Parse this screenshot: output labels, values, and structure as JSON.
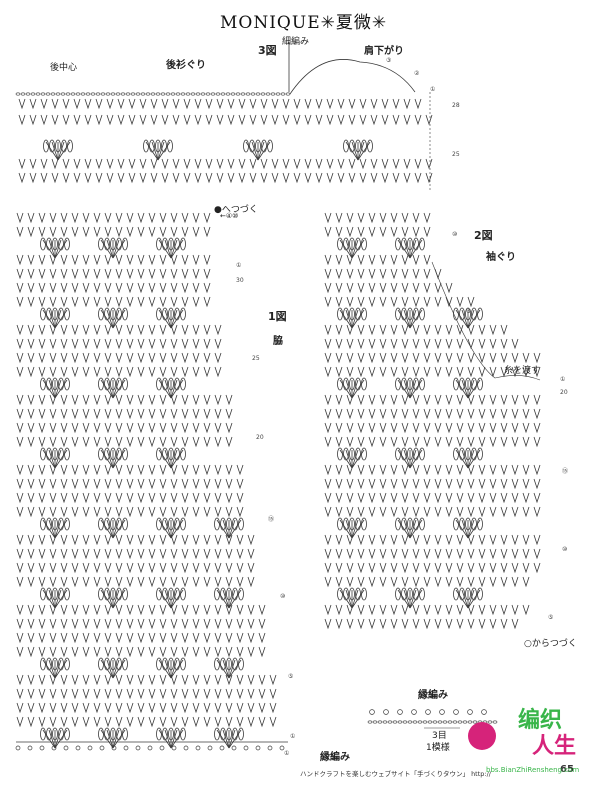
{
  "title": "MONIQUE✳夏微✳",
  "figures": {
    "fig3": {
      "label": "3図",
      "sub": "細編み"
    },
    "fig2": {
      "label": "2図",
      "sub": "袖ぐり"
    },
    "fig1": {
      "label": "1図",
      "sub": "脇"
    }
  },
  "labels": {
    "back_center": "後中心",
    "back_neck": "後衫ぐり",
    "shoulder_drop": "肩下がり",
    "continue_fig1": "●へつづく",
    "fig1_marker": "←④⑩",
    "pass_yarn": "糸を渡す",
    "continue_from": "○からつづく",
    "edging_bottom": "縁編み",
    "edging_title": "縁編み",
    "rows3": "3目",
    "one_repeat": "1模様"
  },
  "row_numbers": {
    "fig3": [
      "③",
      "②",
      "①",
      "28",
      "25"
    ],
    "fig1": [
      "①",
      "30",
      "25",
      "20",
      "⑮",
      "⑩",
      "⑤",
      "①",
      "①"
    ],
    "fig2": [
      "⑩",
      "⑤",
      "①",
      "20",
      "⑮",
      "⑩",
      "⑤"
    ]
  },
  "footer": {
    "text": "ハンドクラフトを楽しむウェブサイト「手づくりタウン」 http://",
    "page": "65"
  },
  "watermark": {
    "line1": "编织",
    "line2": "人生",
    "url": "bbs.BianZhiRensheng.com"
  },
  "colors": {
    "ink": "#333333",
    "logo_green": "#39b54a",
    "logo_magenta": "#d6237a"
  }
}
